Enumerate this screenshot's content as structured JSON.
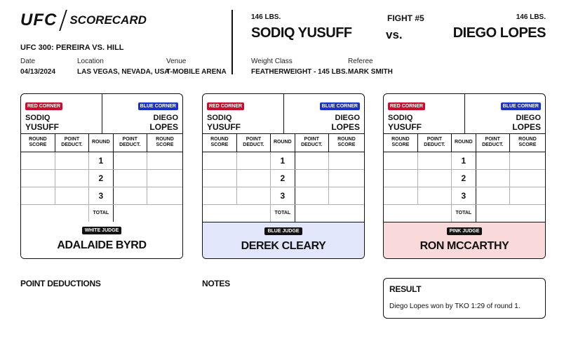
{
  "header": {
    "logo_text": "UFC",
    "logo_subtitle": "SCORECARD",
    "event_title": "UFC 300: PEREIRA VS. HILL",
    "date_label": "Date",
    "date_value": "04/13/2024",
    "location_label": "Location",
    "location_value": "LAS VEGAS, NEVADA, USA",
    "venue_label": "Venue",
    "venue_value": "T-MOBILE ARENA"
  },
  "fight": {
    "fight_number": "FIGHT #5",
    "vs": "vs.",
    "red_weight": "146 LBS.",
    "red_name": "SODIQ YUSUFF",
    "blue_weight": "146 LBS.",
    "blue_name": "DIEGO LOPES",
    "weight_class_label": "Weight Class",
    "weight_class_value": "FEATHERWEIGHT - 145 LBS.",
    "referee_label": "Referee",
    "referee_value": "MARK SMITH"
  },
  "scorecard_labels": {
    "red_corner": "RED CORNER",
    "blue_corner": "BLUE CORNER",
    "red_first": "SODIQ",
    "red_last": "YUSUFF",
    "blue_first": "DIEGO",
    "blue_last": "LOPES",
    "col_round_score_1": "ROUND",
    "col_round_score_2": "SCORE",
    "col_point_1": "POINT",
    "col_point_2": "DEDUCT.",
    "col_round": "ROUND",
    "rounds": [
      "1",
      "2",
      "3"
    ],
    "total": "TOTAL"
  },
  "judges": [
    {
      "badge": "WHITE JUDGE",
      "name": "ADALAIDE BYRD",
      "color": "#ffffff"
    },
    {
      "badge": "BLUE JUDGE",
      "name": "DEREK CLEARY",
      "color": "#e2e6fb"
    },
    {
      "badge": "PINK JUDGE",
      "name": "RON MCCARTHY",
      "color": "#f9d9d9"
    }
  ],
  "sections": {
    "point_deductions": "POINT DEDUCTIONS",
    "notes": "NOTES",
    "result_title": "RESULT",
    "result_text": "Diego Lopes won by TKO 1:29 of round 1."
  },
  "colors": {
    "red": "#c8102e",
    "blue": "#1a33c7"
  }
}
